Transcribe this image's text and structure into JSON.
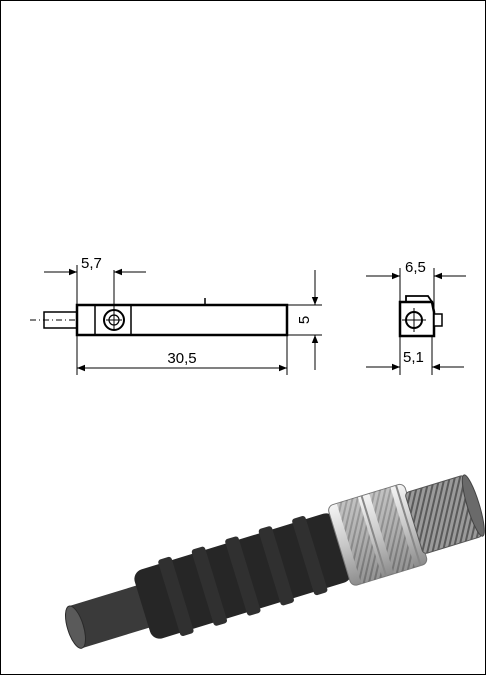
{
  "drawing": {
    "side_view": {
      "dim_top": "5,7",
      "dim_height": "5",
      "dim_length": "30,5"
    },
    "end_view": {
      "dim_width": "6,5",
      "dim_inner": "5,1"
    }
  },
  "colors": {
    "line": "#000000",
    "cable": "#3a3a3a",
    "body_dark": "#262626",
    "metal": "#d0d0d0"
  }
}
